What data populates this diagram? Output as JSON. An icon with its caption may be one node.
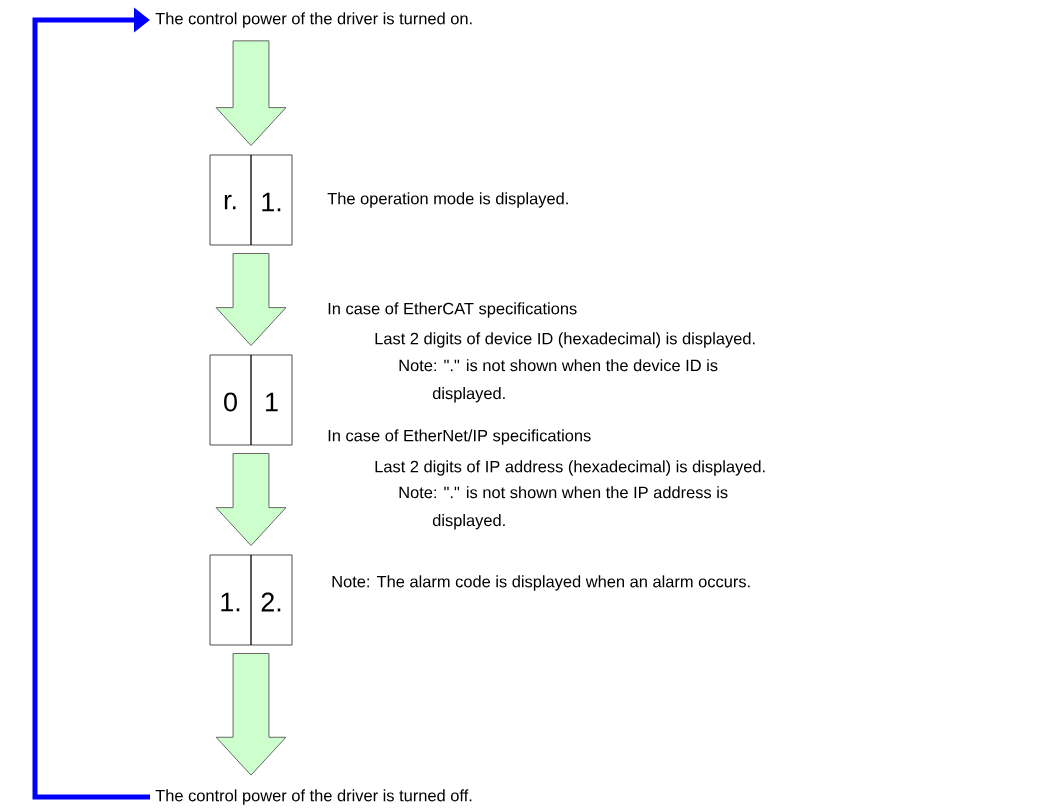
{
  "diagram": {
    "nodes": [
      {
        "text": [
          "The control power of the driver is turned on."
        ]
      },
      {
        "text": [
          "r.",
          "1."
        ],
        "beside": [
          "The operation mode is displayed."
        ]
      },
      {
        "text": [
          "0",
          "1"
        ],
        "beside": [
          "In case of EtherCAT specifications",
          "Last 2 digits of device ID (hexadecimal) is displayed.",
          "Note: \".\" is not shown when the device ID is displayed.",
          "In case of EtherNet/IP specifications",
          "Last 2 digits of IP address (hexadecimal) is displayed.",
          "Note: \".\" is not shown when the IP address is displayed."
        ]
      },
      {
        "text": [
          "1.",
          "2."
        ],
        "beside": [
          "Note: The alarm code is displayed when an alarm occurs."
        ]
      },
      {
        "text": [
          "The control power of the driver is turned off."
        ]
      }
    ],
    "edges": [
      {
        "from": 0,
        "to": 1,
        "arrow": "to"
      },
      {
        "from": 1,
        "to": 2,
        "arrow": "to"
      },
      {
        "from": 2,
        "to": 3,
        "arrow": "to"
      },
      {
        "from": 3,
        "to": 4,
        "arrow": "to"
      },
      {
        "from": 4,
        "to": 0,
        "arrow": "to",
        "color": "#0000ff"
      }
    ]
  }
}
